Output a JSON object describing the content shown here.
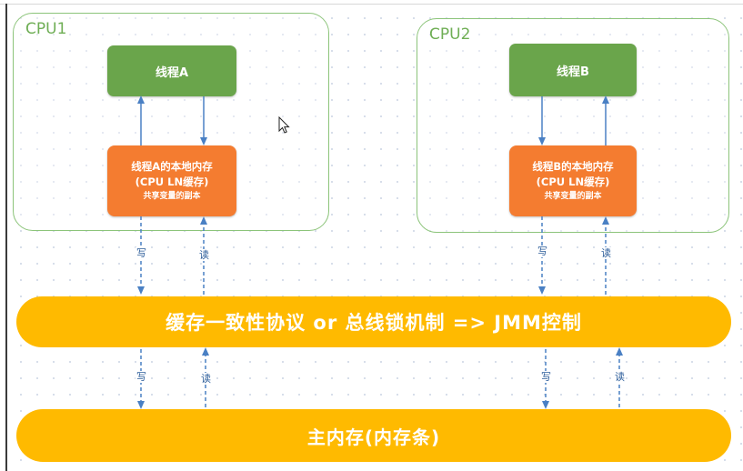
{
  "cpu1": {
    "label": "CPU1",
    "thread": "线程A",
    "cache": {
      "line1": "线程A的本地内存",
      "line2": "(CPU LN缓存)",
      "line3": "共享变量的副本"
    }
  },
  "cpu2": {
    "label": "CPU2",
    "thread": "线程B",
    "cache": {
      "line1": "线程B的本地内存",
      "line2": "(CPU LN缓存)",
      "line3": "共享变量的副本"
    }
  },
  "labels": {
    "write": "写",
    "read": "读"
  },
  "bus_bar": "缓存一致性协议 or 总线锁机制 => JMM控制",
  "memory_bar": "主内存(内存条)",
  "colors": {
    "cpu_border": "#8cc47a",
    "thread_fill": "#6aa54b",
    "cache_fill": "#f47c30",
    "bar_fill": "#ffba00",
    "arrow": "#4a80c4"
  },
  "icons": {
    "cursor": "mouse-pointer-icon"
  }
}
